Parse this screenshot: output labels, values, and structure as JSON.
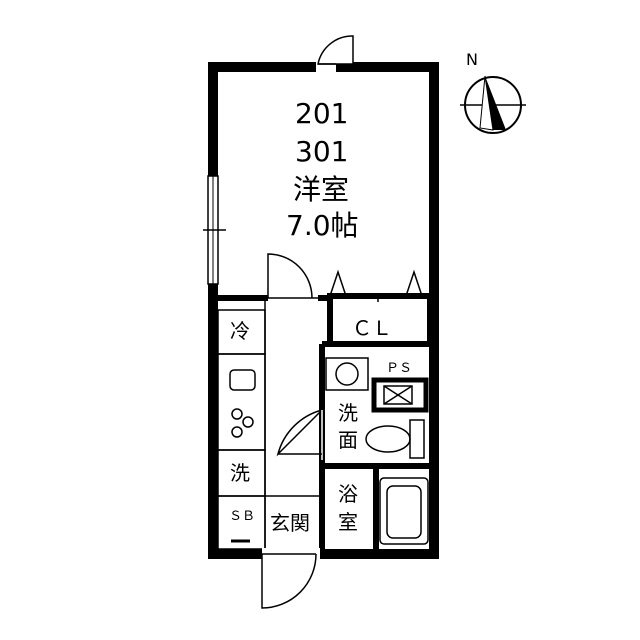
{
  "north_label": "N",
  "colors": {
    "wall": "#000000",
    "background": "#ffffff"
  },
  "rooms": {
    "main": {
      "numbers": [
        "201",
        "301"
      ],
      "name": "洋室",
      "size": "7.0帖"
    },
    "closet": "ＣＬ",
    "pipe_space": "ＰＳ",
    "fridge": "冷",
    "washer": "洗",
    "shoe_box": "ＳＢ",
    "entrance": "玄関",
    "washroom": [
      "洗",
      "面"
    ],
    "bathroom": [
      "浴",
      "室"
    ]
  }
}
